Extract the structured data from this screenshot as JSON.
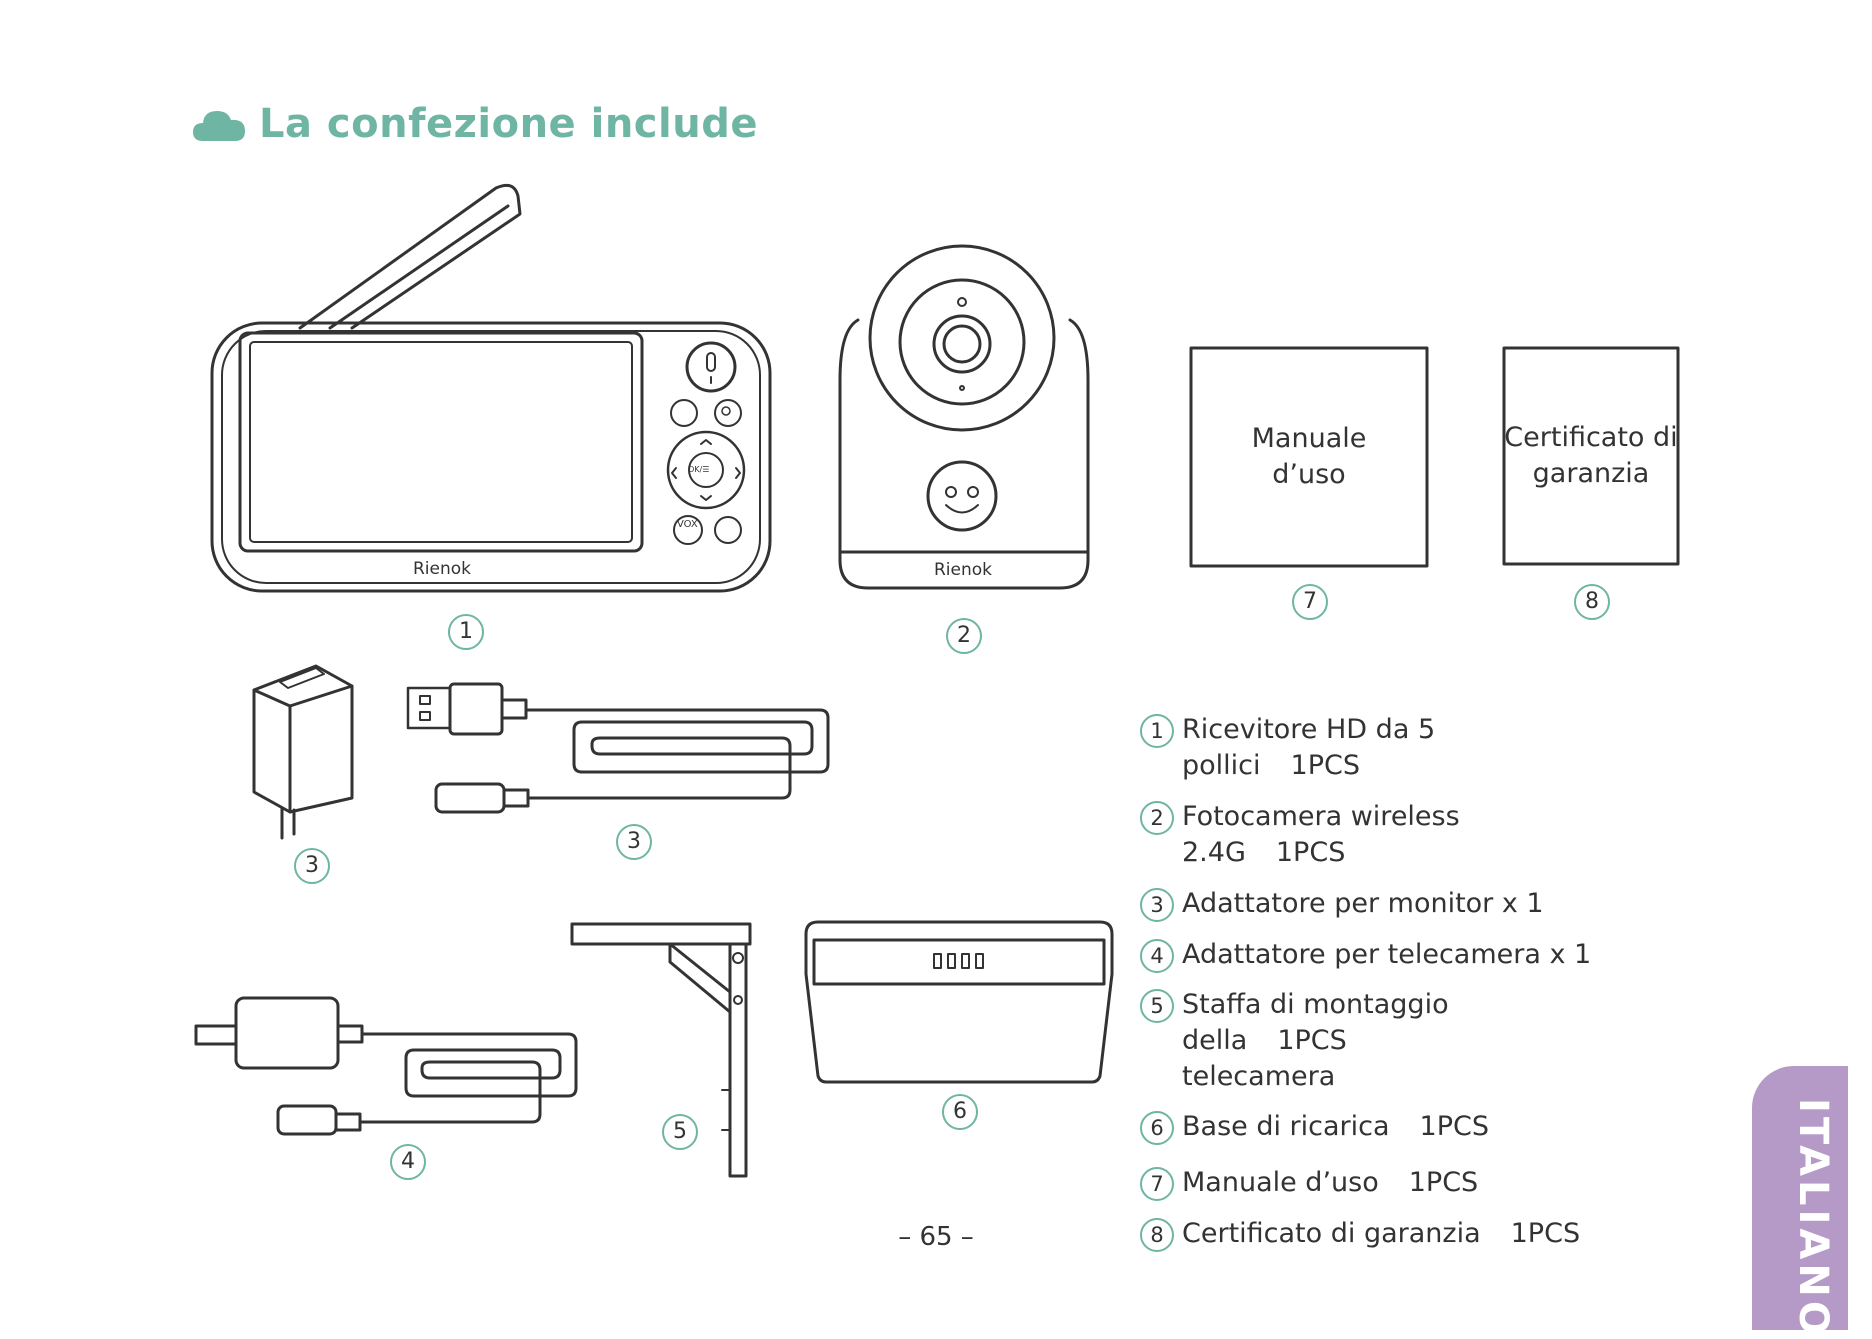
{
  "header": {
    "title": "La confezione include",
    "icon": "cloud-icon",
    "accent_color": "#6fb5a4"
  },
  "products": {
    "monitor_brand": "Rienok",
    "camera_brand": "Rienok",
    "monitor_buttons": {
      "ok": "OK/☰",
      "vox": "VOX"
    }
  },
  "documents": {
    "manual_label_line1": "Manuale",
    "manual_label_line2": "d’uso",
    "warranty_label_line1": "Certificato di",
    "warranty_label_line2": "garanzia"
  },
  "callouts": [
    "1",
    "2",
    "3",
    "3",
    "4",
    "5",
    "6",
    "7",
    "8"
  ],
  "items": [
    {
      "num": "1",
      "name": "Ricevitore HD da 5 pollici",
      "qty": "1PCS"
    },
    {
      "num": "2",
      "name": "Fotocamera wireless 2.4G",
      "qty": "1PCS"
    },
    {
      "num": "3",
      "name": "Adattatore per monitor x 1",
      "qty": ""
    },
    {
      "num": "4",
      "name": "Adattatore per telecamera x 1",
      "qty": ""
    },
    {
      "num": "5",
      "name": "Staffa di montaggio della",
      "name2": "telecamera",
      "qty": "1PCS"
    },
    {
      "num": "6",
      "name": "Base di ricarica",
      "qty": "1PCS"
    },
    {
      "num": "7",
      "name": "Manuale d’uso",
      "qty": "1PCS"
    },
    {
      "num": "8",
      "name": "Certificato di garanzia",
      "qty": "1PCS"
    }
  ],
  "footer": {
    "page": "– 65 –"
  },
  "side_tab": {
    "label": "ITALIANO",
    "color": "#b59ac8"
  }
}
